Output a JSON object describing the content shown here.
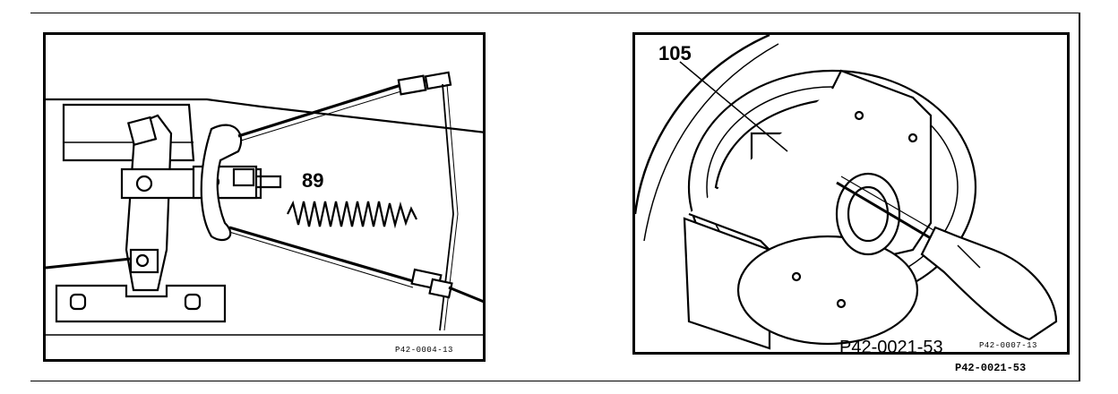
{
  "left_panel": {
    "callout_89": "89",
    "figure_code": "P42-0004-13"
  },
  "right_panel": {
    "callout_105": "105",
    "figure_code_large": "P42-0021-53",
    "figure_code_small": "P42-0007-13"
  },
  "page_figure_code": "P42-0021-53"
}
